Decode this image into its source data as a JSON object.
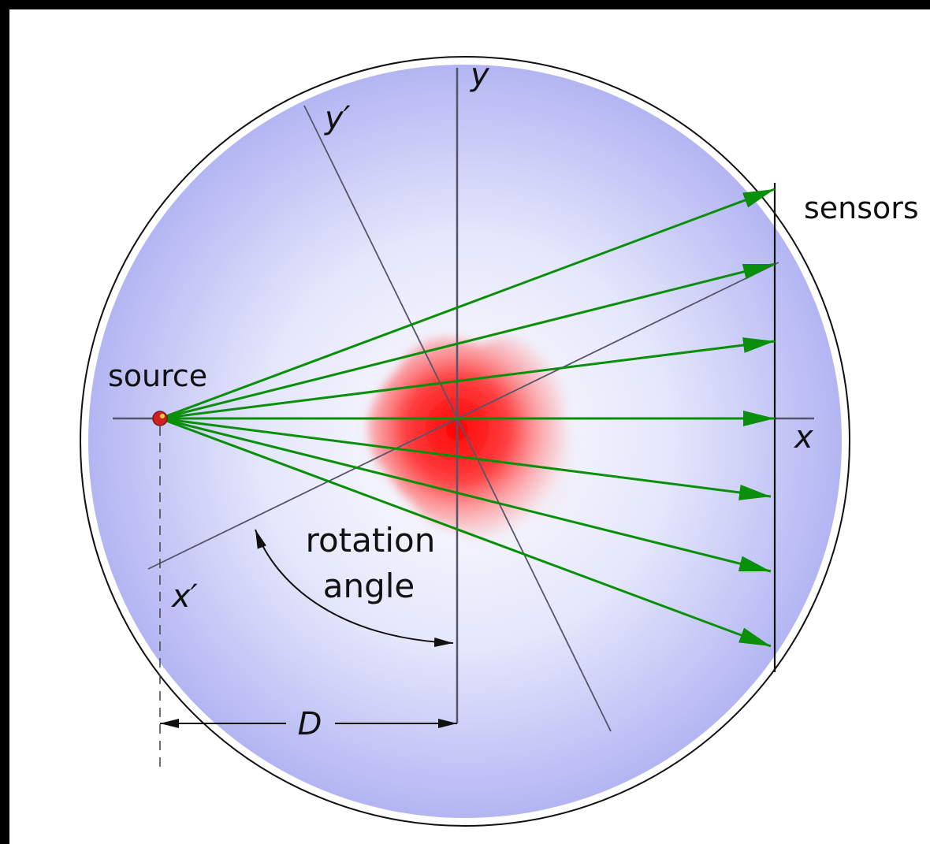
{
  "labels": {
    "source": "source",
    "sensors": "sensors",
    "axis_x": "x",
    "axis_y": "y",
    "axis_x_rot": "x′",
    "axis_y_rot": "y′",
    "rotation_line1": "rotation",
    "rotation_line2": "angle",
    "distance": "D"
  },
  "colors": {
    "background": "#000000",
    "canvas": "#ffffff",
    "disc_center": "#ffffff",
    "disc_edge": "#b3b5f3",
    "ray": "#0a8f0a",
    "axis": "#5a5a6a",
    "object": "#ff1010",
    "source_dot": "#d02020",
    "text": "#111111"
  }
}
